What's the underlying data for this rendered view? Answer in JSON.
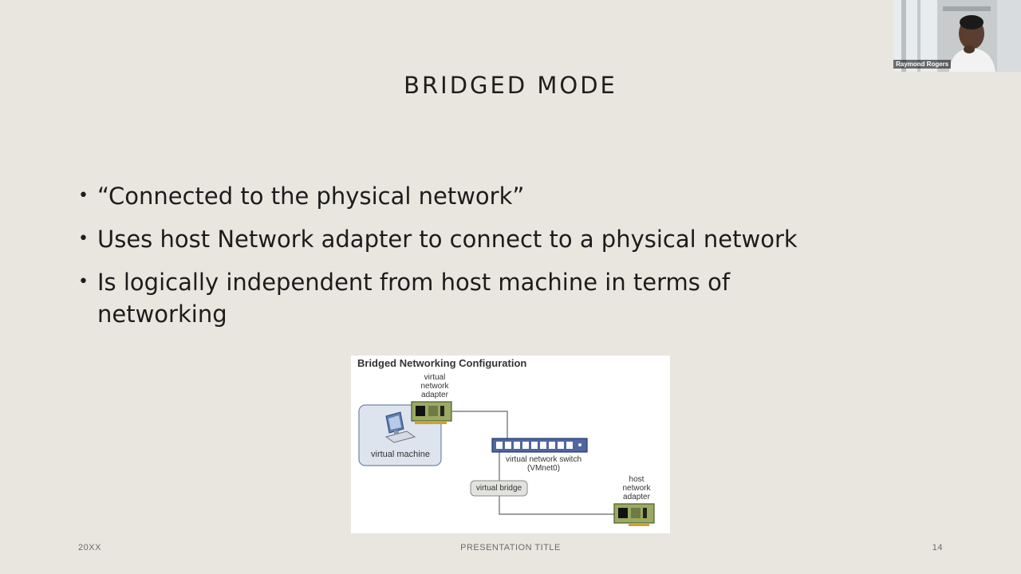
{
  "slide": {
    "title": "BRIDGED MODE",
    "bullets": [
      "“Connected to the physical network”",
      "Uses host Network adapter to connect to a physical network",
      "Is logically independent from host machine in terms of networking"
    ]
  },
  "figure": {
    "title": "Bridged Networking Configuration",
    "labels": {
      "virtual_adapter": "virtual network adapter",
      "virtual_machine": "virtual machine",
      "switch": "virtual network switch (VMnet0)",
      "bridge": "virtual bridge",
      "host_adapter": "host network adapter"
    }
  },
  "footer": {
    "left": "20XX",
    "center": "PRESENTATION TITLE",
    "page": "14"
  },
  "webcam": {
    "participant_name": "Raymond Rogers"
  }
}
